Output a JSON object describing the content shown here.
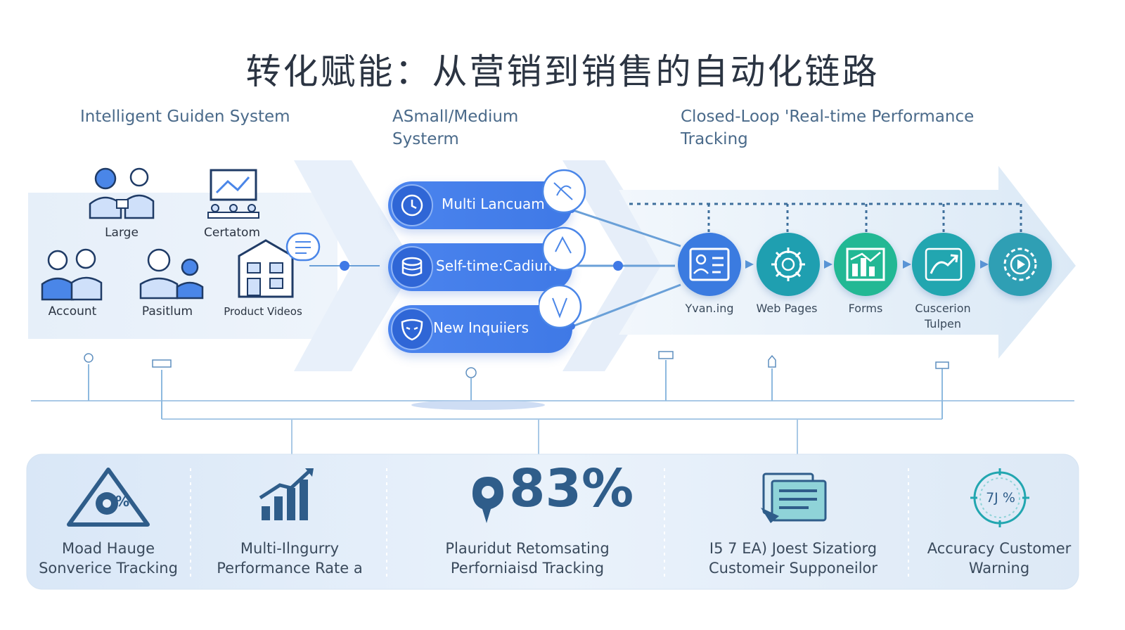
{
  "title": "转化赋能：从营销到销售的自动化链路",
  "sections": {
    "left": "Intelligent Guiden System",
    "middle": "ASmall/Medium Systerm",
    "right": "Closed-Loop 'Real-time Performance Tracking"
  },
  "left_icons": [
    {
      "label": "Large",
      "icon": "people-meeting-icon"
    },
    {
      "label": "Certatom",
      "icon": "presentation-board-icon"
    },
    {
      "label": "Account",
      "icon": "user-pair-icon"
    },
    {
      "label": "Pasitlum",
      "icon": "team-icon"
    },
    {
      "label": "Product Videos",
      "icon": "building-chat-icon"
    }
  ],
  "pills": [
    {
      "label": "Multi Lancuam",
      "icon": "clock-icon"
    },
    {
      "label": "Self-time:Cadium",
      "icon": "database-icon"
    },
    {
      "label": "New Inquiiers",
      "icon": "mask-icon"
    }
  ],
  "nodes": [
    {
      "label": "Yvan.ing",
      "icon": "id-card-icon",
      "color": "#3b7be0"
    },
    {
      "label": "Web Pages",
      "icon": "gear-globe-icon",
      "color": "#1f9fb0"
    },
    {
      "label": "Forms",
      "icon": "bar-chart-icon",
      "color": "#22b894"
    },
    {
      "label": "Cuscerion Tulpen",
      "icon": "arrow-trend-icon",
      "color": "#22a6b0"
    },
    {
      "label": "",
      "icon": "play-gear-icon",
      "color": "#2f9fb4"
    }
  ],
  "kpis": [
    {
      "label": "Moad Hauge Sonverice Tracking",
      "icon": "warning-gear-icon"
    },
    {
      "label": "Multi-Ilngurry Performance Rate a",
      "icon": "growth-chart-icon"
    },
    {
      "label": "Plauridut Retomsating Perforniaisd Tracking",
      "big": "83%",
      "icon": "percent-icon"
    },
    {
      "label": "I5 7 EA) Joest Sizatiorg Customeir Supponeilor",
      "icon": "document-stack-icon"
    },
    {
      "label": "Accuracy Customer Warning",
      "gauge": "7J %",
      "icon": "gauge-icon"
    }
  ],
  "colors": {
    "primary": "#3f79e6",
    "teal": "#22b894",
    "panel": "#e3edf8",
    "line": "#7fb0d8"
  }
}
